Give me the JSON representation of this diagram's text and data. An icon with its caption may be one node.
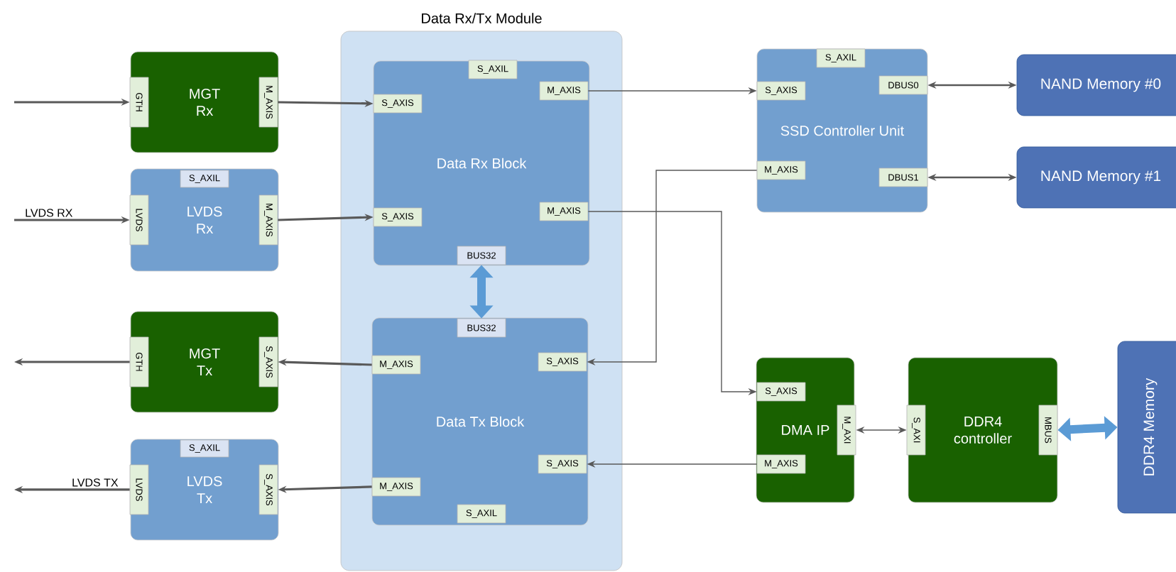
{
  "diagram": {
    "nodes": [
      {
        "text": [
          "Data Rx/Tx Module"
        ]
      },
      {
        "text": [
          "MGT Rx"
        ]
      },
      {
        "text": [
          "GTH"
        ],
        "in": 1
      },
      {
        "text": [
          "M_AXIS"
        ],
        "in": 1
      },
      {
        "text": [
          "LVDS Rx"
        ]
      },
      {
        "text": [
          "S_AXIL"
        ],
        "in": 4
      },
      {
        "text": [
          "LVDS"
        ],
        "in": 4
      },
      {
        "text": [
          "M_AXIS"
        ],
        "in": 4
      },
      {
        "text": [
          "MGT Tx"
        ]
      },
      {
        "text": [
          "GTH"
        ],
        "in": 8
      },
      {
        "text": [
          "S_AXIS"
        ],
        "in": 8
      },
      {
        "text": [
          "LVDS Tx"
        ]
      },
      {
        "text": [
          "S_AXIL"
        ],
        "in": 11
      },
      {
        "text": [
          "LVDS"
        ],
        "in": 11
      },
      {
        "text": [
          "S_AXIS"
        ],
        "in": 11
      },
      {
        "text": [
          "Data Rx Block"
        ],
        "in": 0
      },
      {
        "text": [
          "S_AXIL"
        ],
        "in": 15
      },
      {
        "text": [
          "S_AXIS"
        ],
        "in": 15
      },
      {
        "text": [
          "M_AXIS"
        ],
        "in": 15
      },
      {
        "text": [
          "S_AXIS"
        ],
        "in": 15
      },
      {
        "text": [
          "M_AXIS"
        ],
        "in": 15
      },
      {
        "text": [
          "BUS32"
        ],
        "in": 15
      },
      {
        "text": [
          "Data Tx Block"
        ],
        "in": 0
      },
      {
        "text": [
          "BUS32"
        ],
        "in": 22
      },
      {
        "text": [
          "M_AXIS"
        ],
        "in": 22
      },
      {
        "text": [
          "S_AXIS"
        ],
        "in": 22
      },
      {
        "text": [
          "S_AXIS"
        ],
        "in": 22
      },
      {
        "text": [
          "M_AXIS"
        ],
        "in": 22
      },
      {
        "text": [
          "S_AXIL"
        ],
        "in": 22
      },
      {
        "text": [
          "SSD Controller Unit"
        ]
      },
      {
        "text": [
          "S_AXIL"
        ],
        "in": 29
      },
      {
        "text": [
          "S_AXIS"
        ],
        "in": 29
      },
      {
        "text": [
          "DBUS0"
        ],
        "in": 29
      },
      {
        "text": [
          "M_AXIS"
        ],
        "in": 29
      },
      {
        "text": [
          "DBUS1"
        ],
        "in": 29
      },
      {
        "text": [
          "NAND Memory #0"
        ]
      },
      {
        "text": [
          "NAND Memory #1"
        ]
      },
      {
        "text": [
          "DMA IP"
        ]
      },
      {
        "text": [
          "S_AXIS"
        ],
        "in": 37
      },
      {
        "text": [
          "M_AXI"
        ],
        "in": 37
      },
      {
        "text": [
          "M_AXIS"
        ],
        "in": 37
      },
      {
        "text": [
          "DDR4 controller"
        ]
      },
      {
        "text": [
          "S_AXI"
        ],
        "in": 41
      },
      {
        "text": [
          "MBUS"
        ],
        "in": 41
      },
      {
        "text": [
          "DDR4 Memory"
        ]
      }
    ],
    "edges": [
      {
        "from": null,
        "to": 2,
        "arrow": "to"
      },
      {
        "from": null,
        "to": 6,
        "arrow": "to",
        "label": "LVDS RX"
      },
      {
        "from": 3,
        "to": 17,
        "arrow": "to"
      },
      {
        "from": 7,
        "to": 19,
        "arrow": "to"
      },
      {
        "from": 21,
        "to": 23,
        "arrow": "both",
        "style": "thick",
        "color": "#5b9bd5"
      },
      {
        "from": 24,
        "to": 10,
        "arrow": "to"
      },
      {
        "from": 27,
        "to": 14,
        "arrow": "to"
      },
      {
        "from": 9,
        "to": null,
        "arrow": "to"
      },
      {
        "from": 13,
        "to": null,
        "arrow": "to",
        "label": "LVDS TX"
      },
      {
        "from": 18,
        "to": 31,
        "arrow": "to"
      },
      {
        "from": 32,
        "to": 35,
        "arrow": "both"
      },
      {
        "from": 34,
        "to": 36,
        "arrow": "both"
      },
      {
        "from": 20,
        "to": 38,
        "arrow": "to"
      },
      {
        "from": 33,
        "to": 25,
        "arrow": "to"
      },
      {
        "from": 40,
        "to": 26,
        "arrow": "to"
      },
      {
        "from": 39,
        "to": 42,
        "arrow": "both"
      },
      {
        "from": 43,
        "to": 44,
        "arrow": "both",
        "style": "thick",
        "color": "#5b9bd5"
      }
    ]
  }
}
